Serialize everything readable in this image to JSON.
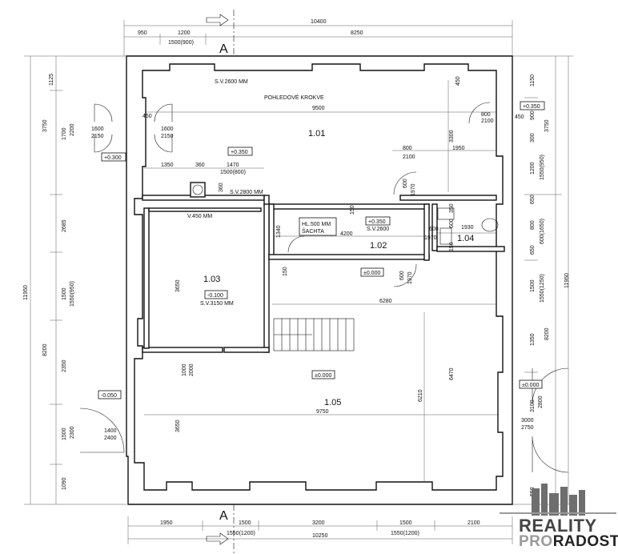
{
  "rooms": {
    "r101": "1.01",
    "r102": "1.02",
    "r103": "1.03",
    "r104": "1.04",
    "r105": "1.05"
  },
  "labels": {
    "sv2600": "S.V.2600 MM",
    "krokve": "POHLEDOVÉ  KROKVE",
    "sv2800": "S.V.2800 MM",
    "v450": "V.450 MM",
    "sv3150": "S.V.3150 MM",
    "hl500": "HL.500 MM",
    "sachta": "ŠACHTA",
    "sv2600b": "S.V.2600"
  },
  "levels": {
    "p0350a": "+0.350",
    "p0350b": "+0.350",
    "p0350c": "+0.350",
    "p0300": "+0.300",
    "m0100": "-0.100",
    "z0000a": "±0.000",
    "z0000b": "±0.000",
    "z0000c": "±0.000",
    "m0050": "-0.050"
  },
  "section_marks": {
    "top": "A",
    "bottom": "A"
  },
  "dims": {
    "d10400": "10400",
    "d950": "950",
    "d1200": "1200",
    "d8250": "8250",
    "d1500_900": "1500(900)",
    "d9500": "9500",
    "d450a": "450",
    "d450b": "450",
    "d450c": "450",
    "d1600a": "1600",
    "d2150a": "2150",
    "d1600b": "1600",
    "d2150b": "2150",
    "d3300": "3300",
    "d800a": "800",
    "d1950a": "1950",
    "d2100a": "2100",
    "d800b": "800",
    "d2100b": "2100",
    "d1350": "1350",
    "d360a": "360",
    "d1470": "1470",
    "d1500_800": "1500(800)",
    "d360b": "360",
    "d600a": "600",
    "d1970a": "1970",
    "d350": "350",
    "d600b": "600",
    "d1930": "1930",
    "d1340": "1340",
    "d4200": "4200",
    "d600c": "600",
    "d1970b": "1970",
    "d600d": "600",
    "d1970c": "1970",
    "d150a": "150",
    "d150b": "150",
    "d3650a": "3650",
    "d6280": "6280",
    "d1000": "1000",
    "d2000": "2000",
    "d6210": "6210",
    "d6470": "6470",
    "d9750": "9750",
    "d3650b": "3650",
    "d1400": "1400",
    "d2400": "2400",
    "d3000": "3000",
    "d2750": "2750",
    "d1950b": "1950",
    "d1500a": "1500",
    "d3200": "3200",
    "d1500b": "1500",
    "d2100c": "2100",
    "d1550_1200a": "1550(1200)",
    "d10250": "10250",
    "d1550_1200b": "1550(1200)",
    "l1125": "1125",
    "l3750": "3750",
    "l1700": "1700",
    "l2200": "2200",
    "l2685": "2685",
    "l1500": "1500",
    "l1550_950": "1550(950)",
    "l11950": "11950",
    "l8200": "8200",
    "l2350": "2350",
    "l1500b": "1500",
    "l2300": "2300",
    "l1090": "1090",
    "r1150": "1150",
    "r900": "900",
    "r3750": "3750",
    "r300": "300",
    "r1200": "1200",
    "r1550_950": "1550(950)",
    "r650a": "650",
    "r800": "800",
    "r600_1650": "600(1650)",
    "r650b": "650",
    "r1500": "1500",
    "r1550_1250": "1550(1250)",
    "r11950": "11950",
    "r1350": "1350",
    "r8200": "8200",
    "r3100": "3100",
    "r2800": "2800",
    "r550": "550"
  },
  "brand": {
    "line1": "REALITY",
    "line2_a": "PRO",
    "line2_b": "RADOST"
  }
}
